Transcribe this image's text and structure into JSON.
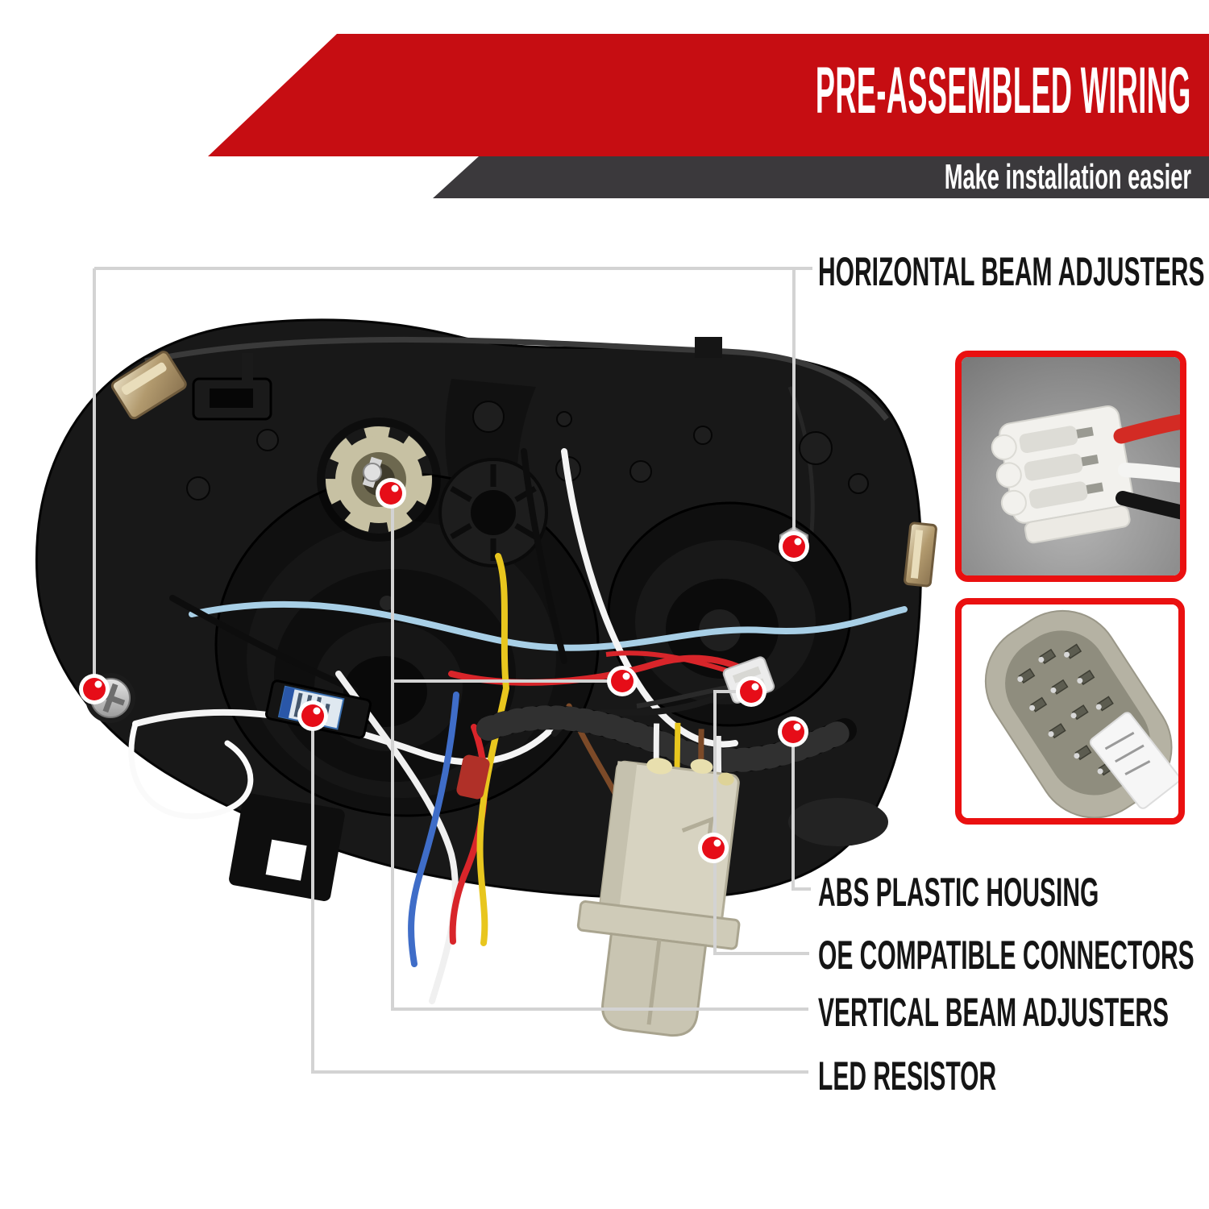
{
  "banner": {
    "title": "PRE-ASSEMBLED WIRING",
    "subtitle": "Make installation easier"
  },
  "labels": {
    "horizontal": "HORIZONTAL BEAM ADJUSTERS",
    "abs": "ABS PLASTIC HOUSING",
    "oe": "OE COMPATIBLE CONNECTORS",
    "vertical": "VERTICAL BEAM ADJUSTERS",
    "led": "LED RESISTOR"
  },
  "colors": {
    "banner_red": "#c60d12",
    "banner_gray": "#3b393c",
    "callout_line": "#d3d3d3",
    "dot_red": "#e60d18",
    "inset_border": "#ea1010",
    "label_text": "#151515"
  }
}
